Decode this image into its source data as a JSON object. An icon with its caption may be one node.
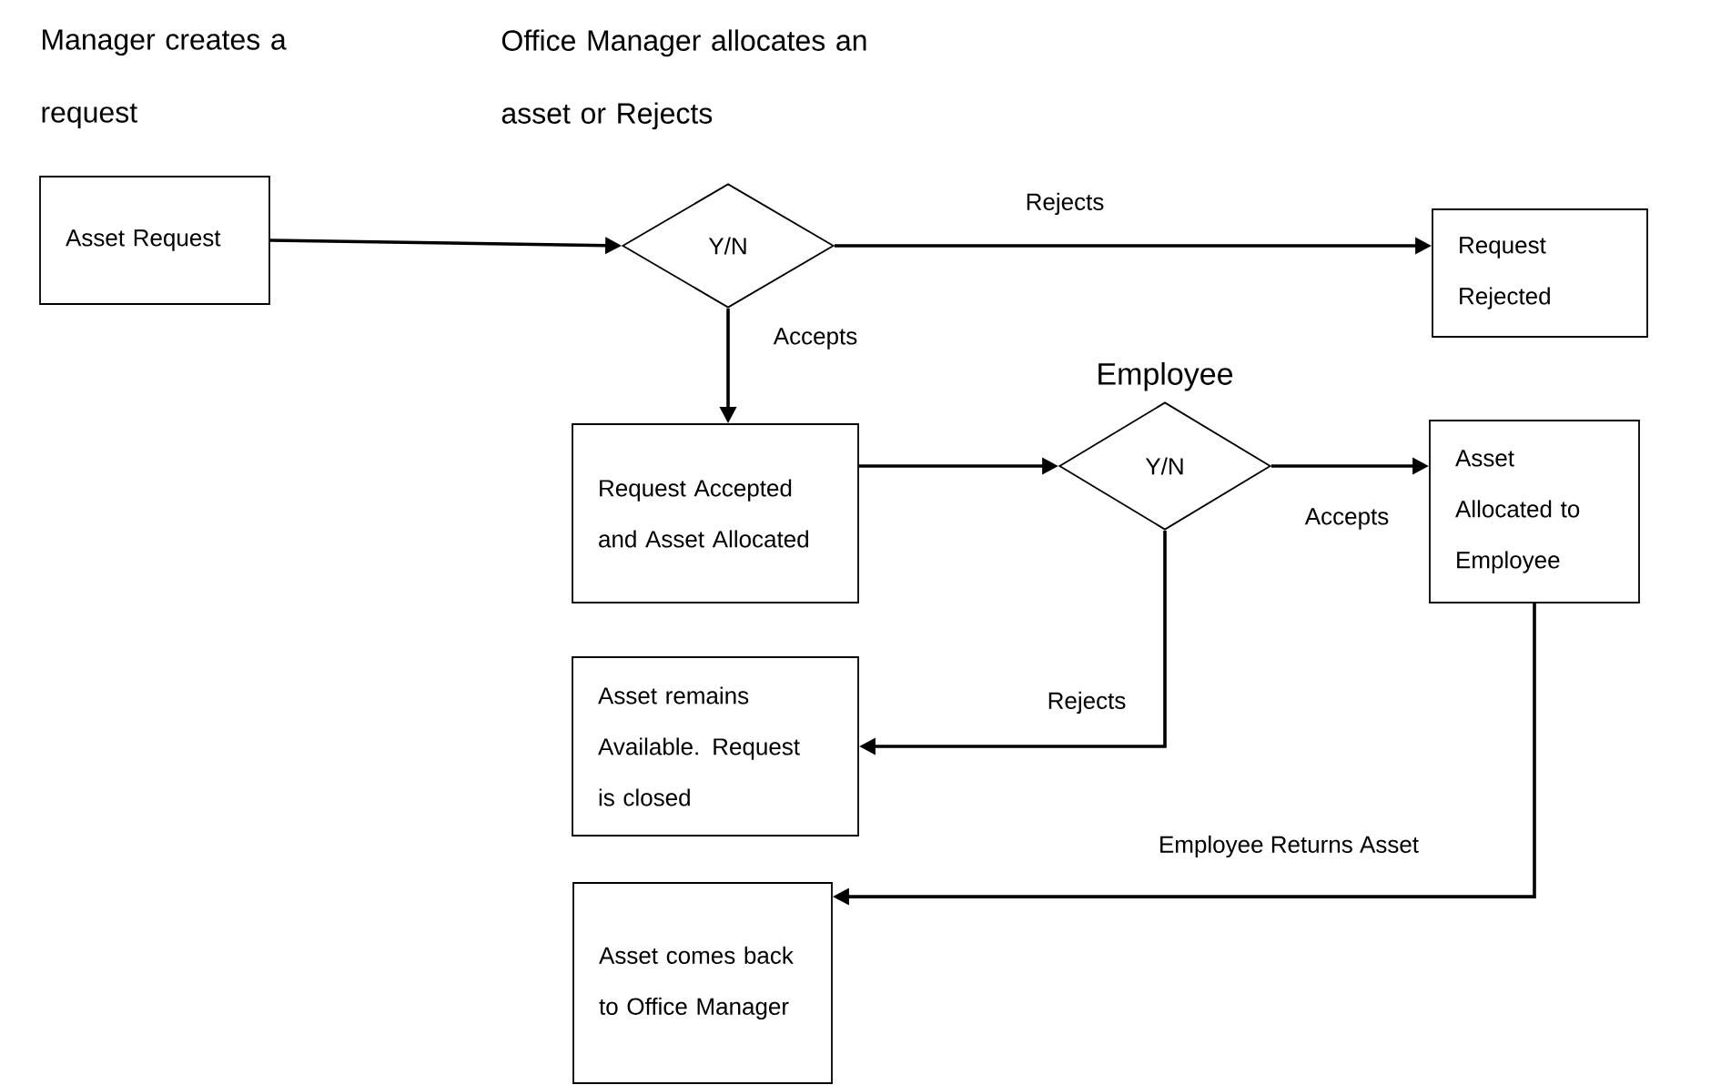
{
  "diagram": {
    "nodes": [
      {
        "text": [
          "Asset Request"
        ]
      },
      {
        "text": [
          "Y/N"
        ]
      },
      {
        "text": [
          "Request Rejected"
        ]
      },
      {
        "text": [
          "Request Accepted and Asset Allocated"
        ]
      },
      {
        "text": [
          "Employee",
          "Y/N"
        ]
      },
      {
        "text": [
          "Asset Allocated to Employee"
        ]
      },
      {
        "text": [
          "Asset remains Available. Request is closed"
        ]
      },
      {
        "text": [
          "Asset comes back to Office Manager"
        ]
      }
    ],
    "edges": [
      {
        "from": 0,
        "to": 1,
        "arrow": "to"
      },
      {
        "from": 1,
        "to": 2,
        "arrow": "to",
        "label": "Rejects"
      },
      {
        "from": 1,
        "to": 3,
        "arrow": "to",
        "label": "Accepts"
      },
      {
        "from": 3,
        "to": 4,
        "arrow": "to"
      },
      {
        "from": 4,
        "to": 5,
        "arrow": "to",
        "label": "Accepts"
      },
      {
        "from": 4,
        "to": 6,
        "arrow": "to",
        "label": "Rejects"
      },
      {
        "from": 5,
        "to": 7,
        "arrow": "to",
        "label": "Employee Returns Asset"
      }
    ],
    "labels": [
      "Manager creates a request",
      "Office Manager allocates an asset or Rejects"
    ]
  }
}
